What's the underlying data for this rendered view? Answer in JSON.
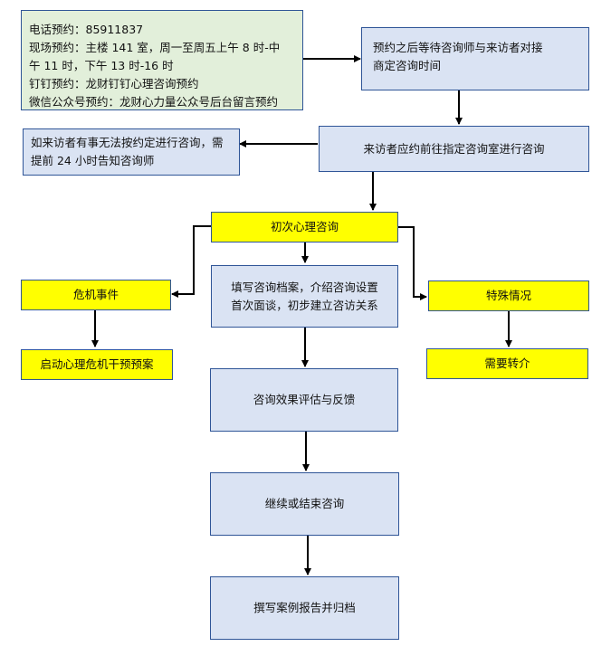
{
  "diagram": {
    "appointment_info": {
      "lines": [
        "电话预约：85911837",
        "现场预约：主楼 141 室，周一至周五上午 8 时-中",
        "午 11 时，下午 13 时-16 时",
        "钉钉预约：龙财钉钉心理咨询预约",
        "微信公众号预约：龙财心力量公众号后台留言预约"
      ]
    },
    "wait_counselor": {
      "lines": [
        "预约之后等待咨询师与来访者对接",
        "商定咨询时间"
      ]
    },
    "cancel_notice": {
      "lines": [
        "如来访者有事无法按约定进行咨询，需",
        "提前 24 小时告知咨询师"
      ]
    },
    "attend_session": {
      "label": "来访者应约前往指定咨询室进行咨询"
    },
    "initial_consult": {
      "label": "初次心理咨询"
    },
    "fill_records": {
      "lines": [
        "填写咨询档案，介绍咨询设置",
        "首次面谈，初步建立咨访关系"
      ]
    },
    "crisis_event": {
      "label": "危机事件"
    },
    "crisis_plan": {
      "label": "启动心理危机干预预案"
    },
    "special_case": {
      "label": "特殊情况"
    },
    "referral": {
      "label": "需要转介"
    },
    "evaluation": {
      "label": "咨询效果评估与反馈"
    },
    "continue_or_end": {
      "label": "继续或结束咨询"
    },
    "write_report": {
      "label": "撰写案例报告并归档"
    }
  },
  "colors": {
    "green_fill": "#e2efda",
    "blue_fill": "#dae3f3",
    "yellow_fill": "#ffff00",
    "border": "#2f5597",
    "connector": "#000000"
  }
}
